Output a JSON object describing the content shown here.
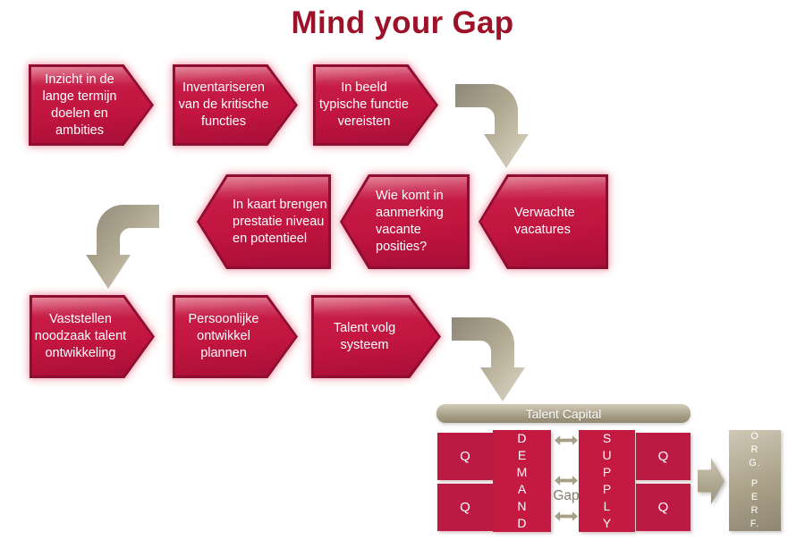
{
  "title": "Mind your Gap",
  "colors": {
    "title_red": "#9d1228",
    "step_red": "#c21540",
    "step_red_dark": "#8e0d31",
    "step_glow_pink": "#f1a4b3",
    "connector_tan": "#a89f88",
    "gap_text": "#847b68",
    "text_white": "#ffffff"
  },
  "flow_rows": {
    "row1": {
      "direction": "right",
      "steps": [
        {
          "label": "Inzicht in de\nlange termijn\ndoelen en\nambities"
        },
        {
          "label": "Inventariseren\nvan de kritische\nfuncties"
        },
        {
          "label": "In beeld\ntypische functie\nvereisten"
        }
      ]
    },
    "row2": {
      "direction": "left",
      "steps": [
        {
          "label": "In kaart brengen\nprestatie niveau\nen potentieel"
        },
        {
          "label": "Wie komt in\naanmerking\nvacante\nposities?"
        },
        {
          "label": "Verwachte\nvacatures"
        }
      ]
    },
    "row3": {
      "direction": "right",
      "steps": [
        {
          "label": "Vaststellen\nnoodzaak talent\nontwikkeling"
        },
        {
          "label": "Persoonlijke\nontwikkel\nplannen"
        },
        {
          "label": "Talent volg\nsysteem"
        }
      ]
    }
  },
  "gap_model": {
    "talent_capital": "Talent Capital",
    "demand": "D\nE\nM\nA\nN\nD",
    "supply": "S\nU\nP\nP\nL\nY",
    "gap": "Gap",
    "q_top_left": "Q",
    "q_bottom_left": "Q",
    "q_top_right": "Q",
    "q_bottom_right": "Q",
    "org_perf_top": "O\nR\nG.",
    "org_perf_bottom": "P\nE\nR\nF."
  }
}
